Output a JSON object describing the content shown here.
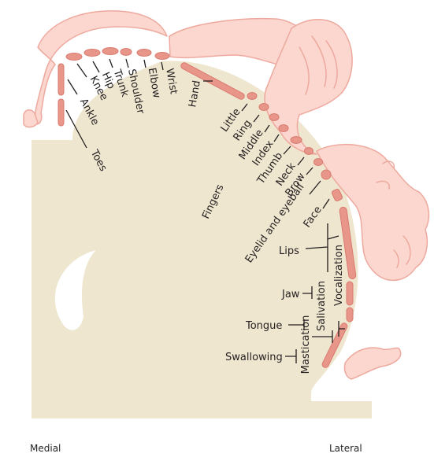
{
  "colors": {
    "cortex_fill": "#efe6cf",
    "homunculus_fill": "#fbd7cf",
    "homunculus_stroke": "#eea99e",
    "segment_fill": "#e8958a",
    "text": "#231f20"
  },
  "labels": {
    "toes": "Toes",
    "ankle": "Ankle",
    "knee": "Knee",
    "hip": "Hip",
    "trunk": "Trunk",
    "shoulder": "Shoulder",
    "elbow": "Elbow",
    "wrist": "Wrist",
    "hand": "Hand",
    "little": "Little",
    "ring": "Ring",
    "middle": "Middle",
    "index": "Index",
    "thumb": "Thumb",
    "neck": "Neck",
    "brow": "Brow",
    "eyelid": "Eyelid and eyeball",
    "face": "Face",
    "fingers": "Fingers",
    "lips": "Lips",
    "jaw": "Jaw",
    "tongue": "Tongue",
    "swallowing": "Swallowing",
    "mastication": "Mastication",
    "salivation": "Salivation",
    "vocalization": "Vocalization"
  },
  "edges": {
    "medial": "Medial",
    "lateral": "Lateral"
  }
}
